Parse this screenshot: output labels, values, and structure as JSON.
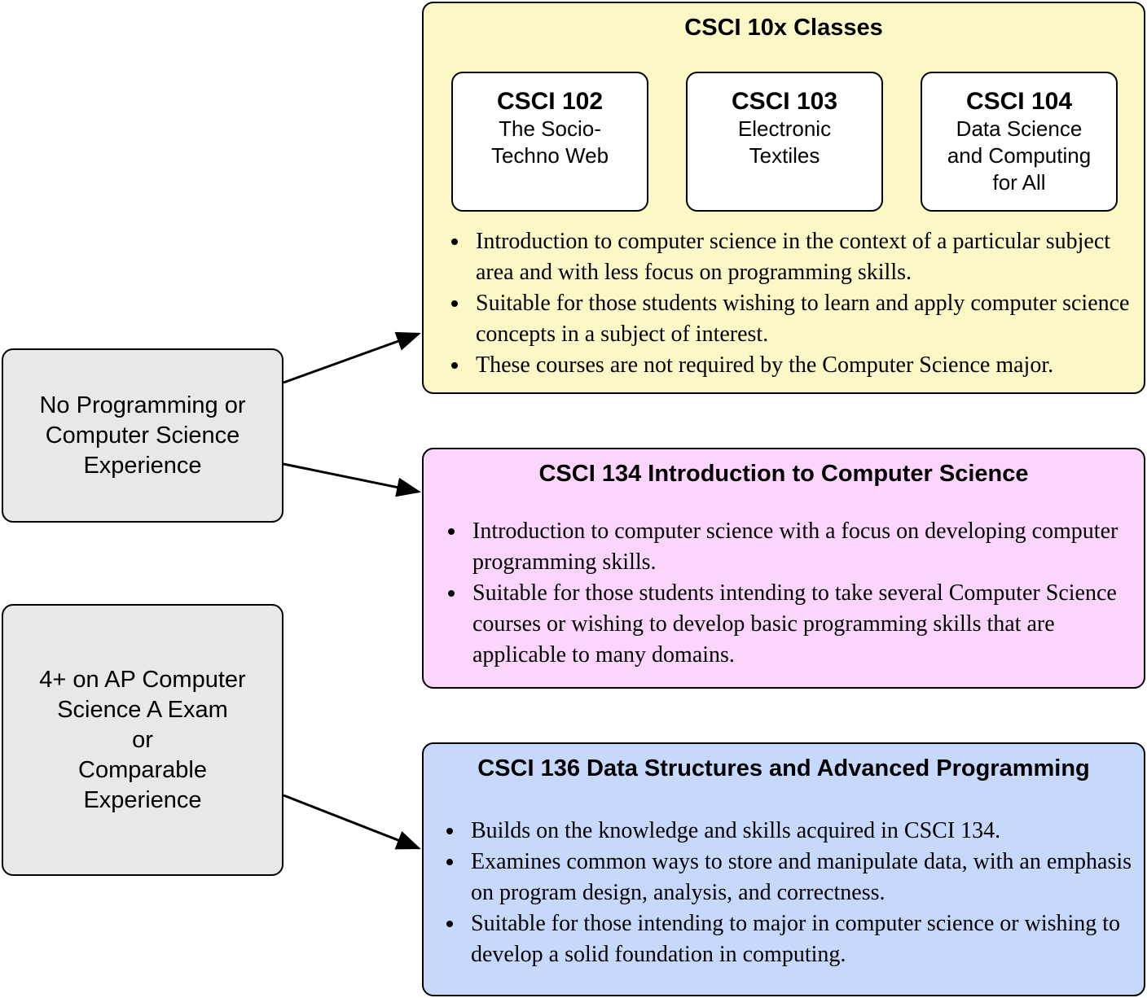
{
  "start_nodes": {
    "no_experience": "No Programming or\nComputer Science\nExperience",
    "ap_experience": "4+ on AP Computer\nScience A Exam\nor\nComparable\nExperience"
  },
  "csci_10x": {
    "title": "CSCI 10x Classes",
    "courses": [
      {
        "code": "CSCI 102",
        "name": "The Socio-\nTechno Web"
      },
      {
        "code": "CSCI 103",
        "name": "Electronic\nTextiles"
      },
      {
        "code": "CSCI 104",
        "name": "Data Science\nand Computing\nfor All"
      }
    ],
    "bullets": [
      "Introduction to computer science in the context of a particular subject area and with less focus on programming skills.",
      "Suitable for those students wishing to learn and apply computer science concepts in a subject of interest.",
      "These courses are not required by the Computer Science major."
    ],
    "color": "#fbf7c6"
  },
  "csci_134": {
    "title": "CSCI 134 Introduction to Computer Science",
    "bullets": [
      "Introduction to computer science with a focus on developing computer programming skills.",
      "Suitable for those students intending to take several Computer Science courses or wishing to develop basic programming skills that are applicable to many domains."
    ],
    "color": "#fcd5fc"
  },
  "csci_136": {
    "title": "CSCI 136 Data Structures and Advanced Programming",
    "bullets": [
      "Builds on the knowledge and skills acquired in CSCI 134.",
      "Examines common ways to store and manipulate data, with an emphasis on program design, analysis, and correctness.",
      "Suitable for those intending to major in computer science or wishing to develop a solid foundation in computing."
    ],
    "color": "#c6d9fc"
  }
}
